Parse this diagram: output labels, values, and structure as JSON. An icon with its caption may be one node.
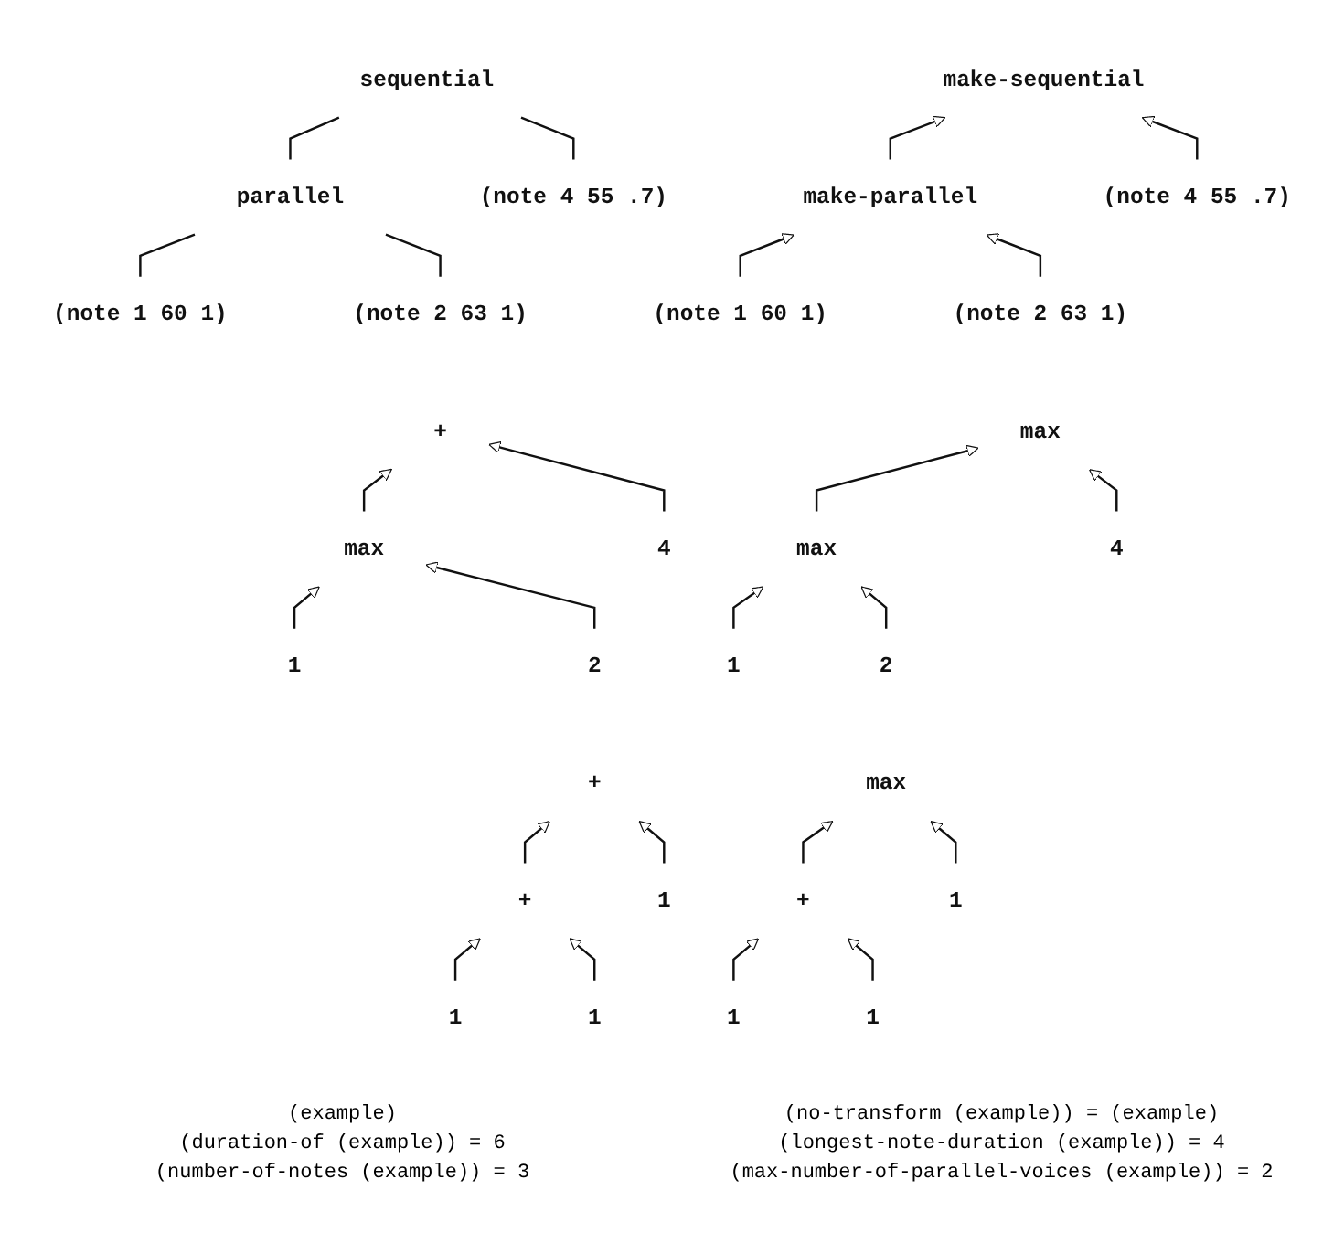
{
  "diagram": {
    "nodes": [
      {
        "text": [
          "sequential"
        ]
      },
      {
        "text": [
          "parallel"
        ]
      },
      {
        "text": [
          "(note 4 55 .7)"
        ]
      },
      {
        "text": [
          "(note 1 60 1)"
        ]
      },
      {
        "text": [
          "(note 2 63 1)"
        ]
      },
      {
        "text": [
          "make-sequential"
        ]
      },
      {
        "text": [
          "make-parallel"
        ]
      },
      {
        "text": [
          "(note 4 55 .7)"
        ]
      },
      {
        "text": [
          "(note 1 60 1)"
        ]
      },
      {
        "text": [
          "(note 2 63 1)"
        ]
      },
      {
        "text": [
          "+"
        ]
      },
      {
        "text": [
          "max"
        ]
      },
      {
        "text": [
          "4"
        ]
      },
      {
        "text": [
          "1"
        ]
      },
      {
        "text": [
          "2"
        ]
      },
      {
        "text": [
          "max"
        ]
      },
      {
        "text": [
          "max"
        ]
      },
      {
        "text": [
          "4"
        ]
      },
      {
        "text": [
          "1"
        ]
      },
      {
        "text": [
          "2"
        ]
      },
      {
        "text": [
          "+"
        ]
      },
      {
        "text": [
          "+"
        ]
      },
      {
        "text": [
          "1"
        ]
      },
      {
        "text": [
          "1"
        ]
      },
      {
        "text": [
          "1"
        ]
      },
      {
        "text": [
          "max"
        ]
      },
      {
        "text": [
          "+"
        ]
      },
      {
        "text": [
          "1"
        ]
      },
      {
        "text": [
          "1"
        ]
      },
      {
        "text": [
          "1"
        ]
      }
    ],
    "edges": [
      {
        "from": 1,
        "to": 0,
        "arrow": "none"
      },
      {
        "from": 2,
        "to": 0,
        "arrow": "none"
      },
      {
        "from": 3,
        "to": 1,
        "arrow": "none"
      },
      {
        "from": 4,
        "to": 1,
        "arrow": "none"
      },
      {
        "from": 6,
        "to": 5,
        "arrow": "to"
      },
      {
        "from": 7,
        "to": 5,
        "arrow": "to"
      },
      {
        "from": 8,
        "to": 6,
        "arrow": "to"
      },
      {
        "from": 9,
        "to": 6,
        "arrow": "to"
      },
      {
        "from": 11,
        "to": 10,
        "arrow": "to"
      },
      {
        "from": 12,
        "to": 10,
        "arrow": "to"
      },
      {
        "from": 13,
        "to": 11,
        "arrow": "to"
      },
      {
        "from": 14,
        "to": 11,
        "arrow": "to"
      },
      {
        "from": 16,
        "to": 15,
        "arrow": "to"
      },
      {
        "from": 17,
        "to": 15,
        "arrow": "to"
      },
      {
        "from": 18,
        "to": 16,
        "arrow": "to"
      },
      {
        "from": 19,
        "to": 16,
        "arrow": "to"
      },
      {
        "from": 21,
        "to": 20,
        "arrow": "to"
      },
      {
        "from": 22,
        "to": 20,
        "arrow": "to"
      },
      {
        "from": 23,
        "to": 21,
        "arrow": "to"
      },
      {
        "from": 24,
        "to": 21,
        "arrow": "to"
      },
      {
        "from": 26,
        "to": 25,
        "arrow": "to"
      },
      {
        "from": 27,
        "to": 25,
        "arrow": "to"
      },
      {
        "from": 28,
        "to": 26,
        "arrow": "to"
      },
      {
        "from": 29,
        "to": 26,
        "arrow": "to"
      }
    ],
    "labels": [
      "(example)",
      "(no-transform (example)) = (example)",
      "(duration-of (example)) = 6",
      "(longest-note-duration (example)) = 4",
      "(number-of-notes (example)) = 3",
      "(max-number-of-parallel-voices (example)) = 2"
    ]
  }
}
